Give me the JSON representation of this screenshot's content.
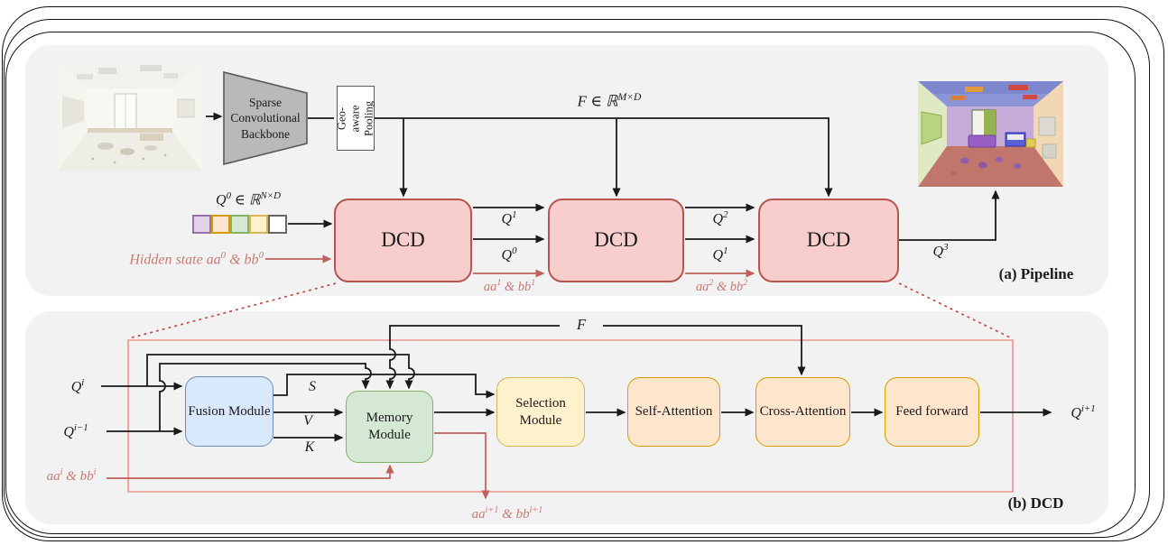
{
  "figure": {
    "panel_a": {
      "caption": "(a) Pipeline",
      "input_image_alt": "indoor room point cloud (uncolored)",
      "output_image_alt": "indoor room point cloud (colored segments)",
      "backbone_label": "Sparse Convolutional Backbone",
      "pooling_label": "Geo-aware Pooling",
      "feature_label": "F ∈ ℝ^{M×D}",
      "query_label": "Q^{0} ∈ ℝ^{N×D}",
      "hidden_state_label": "Hidden state aa^{0} & bb^{0}",
      "dcd_blocks": {
        "dcd1": "DCD",
        "dcd2": "DCD",
        "dcd3": "DCD"
      },
      "edge_labels": {
        "q1_top": "Q^{1}",
        "q0_bottom": "Q^{0}",
        "aa1": "aa^{1} & bb^{1}",
        "q2_top": "Q^{2}",
        "q1_bottom": "Q^{1}",
        "aa2": "aa^{2} & bb^{2}",
        "q3_out": "Q^{3}"
      },
      "query_tokens": [
        {
          "fill": "#e1d5e7",
          "stroke": "#9673a6"
        },
        {
          "fill": "#ffe6cc",
          "stroke": "#d79b00"
        },
        {
          "fill": "#d5e8d4",
          "stroke": "#82b366"
        },
        {
          "fill": "#fff2cc",
          "stroke": "#d6b656"
        },
        {
          "fill": "#ffffff",
          "stroke": "#666666"
        }
      ]
    },
    "panel_b": {
      "caption": "(b) DCD",
      "inputs": {
        "qi": "Q^{i}",
        "qim1": "Q^{i−1}",
        "hidden": "aa^{i} & bb^{i}"
      },
      "feature_label": "F",
      "fusion_outputs": {
        "s": "S",
        "v": "V",
        "k": "K"
      },
      "modules": {
        "fusion": "Fusion Module",
        "memory": "Memory Module",
        "selection": "Selection Module",
        "self_attn": "Self-Attention",
        "cross_attn": "Cross-Attention",
        "ffn": "Feed forward"
      },
      "outputs": {
        "q_next": "Q^{i+1}",
        "hidden_next": "aa^{i+1} & bb^{i+1}"
      }
    },
    "colors": {
      "panel_bg": "#f2f2f2",
      "black_line": "#1a1a1a",
      "dcd_fill": "#f8cecc",
      "dcd_stroke": "#b85450",
      "fusion_fill": "#dae8fc",
      "fusion_stroke": "#6c8ebf",
      "memory_fill": "#d5e8d4",
      "memory_stroke": "#82b366",
      "selection_fill": "#fff2cc",
      "selection_stroke": "#d6b656",
      "attention_fill": "#ffe6cc",
      "attention_stroke": "#d79b00",
      "backbone_fill": "#b9b9b9",
      "backbone_stroke": "#5a5a5a",
      "red_line": "#c0605a",
      "red_text": "#c87a74",
      "red_rect": "#ef928d",
      "red_dashed": "#c0504d"
    }
  }
}
